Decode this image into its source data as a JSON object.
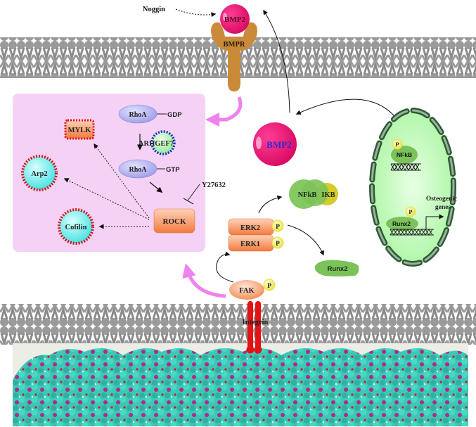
{
  "figure": {
    "type": "signaling-pathway-diagram",
    "colors": {
      "membrane": "#9a9a9a",
      "purple_box": "#f5d2f5",
      "bmp2": "#e8116e",
      "bmpr": "#c98a3a",
      "pink_arrow": "#ee82ee",
      "rhoa": "#b9b9f2",
      "rock": "#f7a070",
      "cyan_node": "#6ff0f0",
      "red_dots": "#e0101a",
      "blue_dots": "#1a2ad0",
      "nfkb": "#7cc25a",
      "ikb": "#d4cc2a",
      "phospho": "#f5f070",
      "nucleus": "#c8ffc0",
      "nuclear_envelope": "#2f5a35",
      "integrin": "#e41212",
      "ecm_cyan": "#3cc8b4",
      "ecm_magenta": "#c0208a"
    }
  },
  "labels": {
    "noggin": "Noggin",
    "bmp2_receptor_bound": "BMP2",
    "bmpr": "BMPR",
    "bmp2_free": "BMP2",
    "rhoa_gdp": "RhoA",
    "gdp": "GDP",
    "arhgef7": "ARHGEF7",
    "rhoa_gtp": "RhoA",
    "gtp": "GTP",
    "mylk": "MYLK",
    "arp2": "Arp2",
    "cofilin": "Cofilin",
    "rock": "ROCK",
    "inhibitor": "Y27632",
    "erk2": "ERK2",
    "erk1": "ERK1",
    "phospho": "P",
    "nfkb_cyto": "NFkB",
    "ikb": "IKB",
    "runx2_cyto": "Runx2",
    "fak": "FAK",
    "integrin": "Integrin",
    "nfkb_nuclear": "NFkB",
    "runx2_nuclear": "Runx2",
    "osteogenic_genes_line1": "Osteogenic",
    "osteogenic_genes_line2": "genes"
  }
}
